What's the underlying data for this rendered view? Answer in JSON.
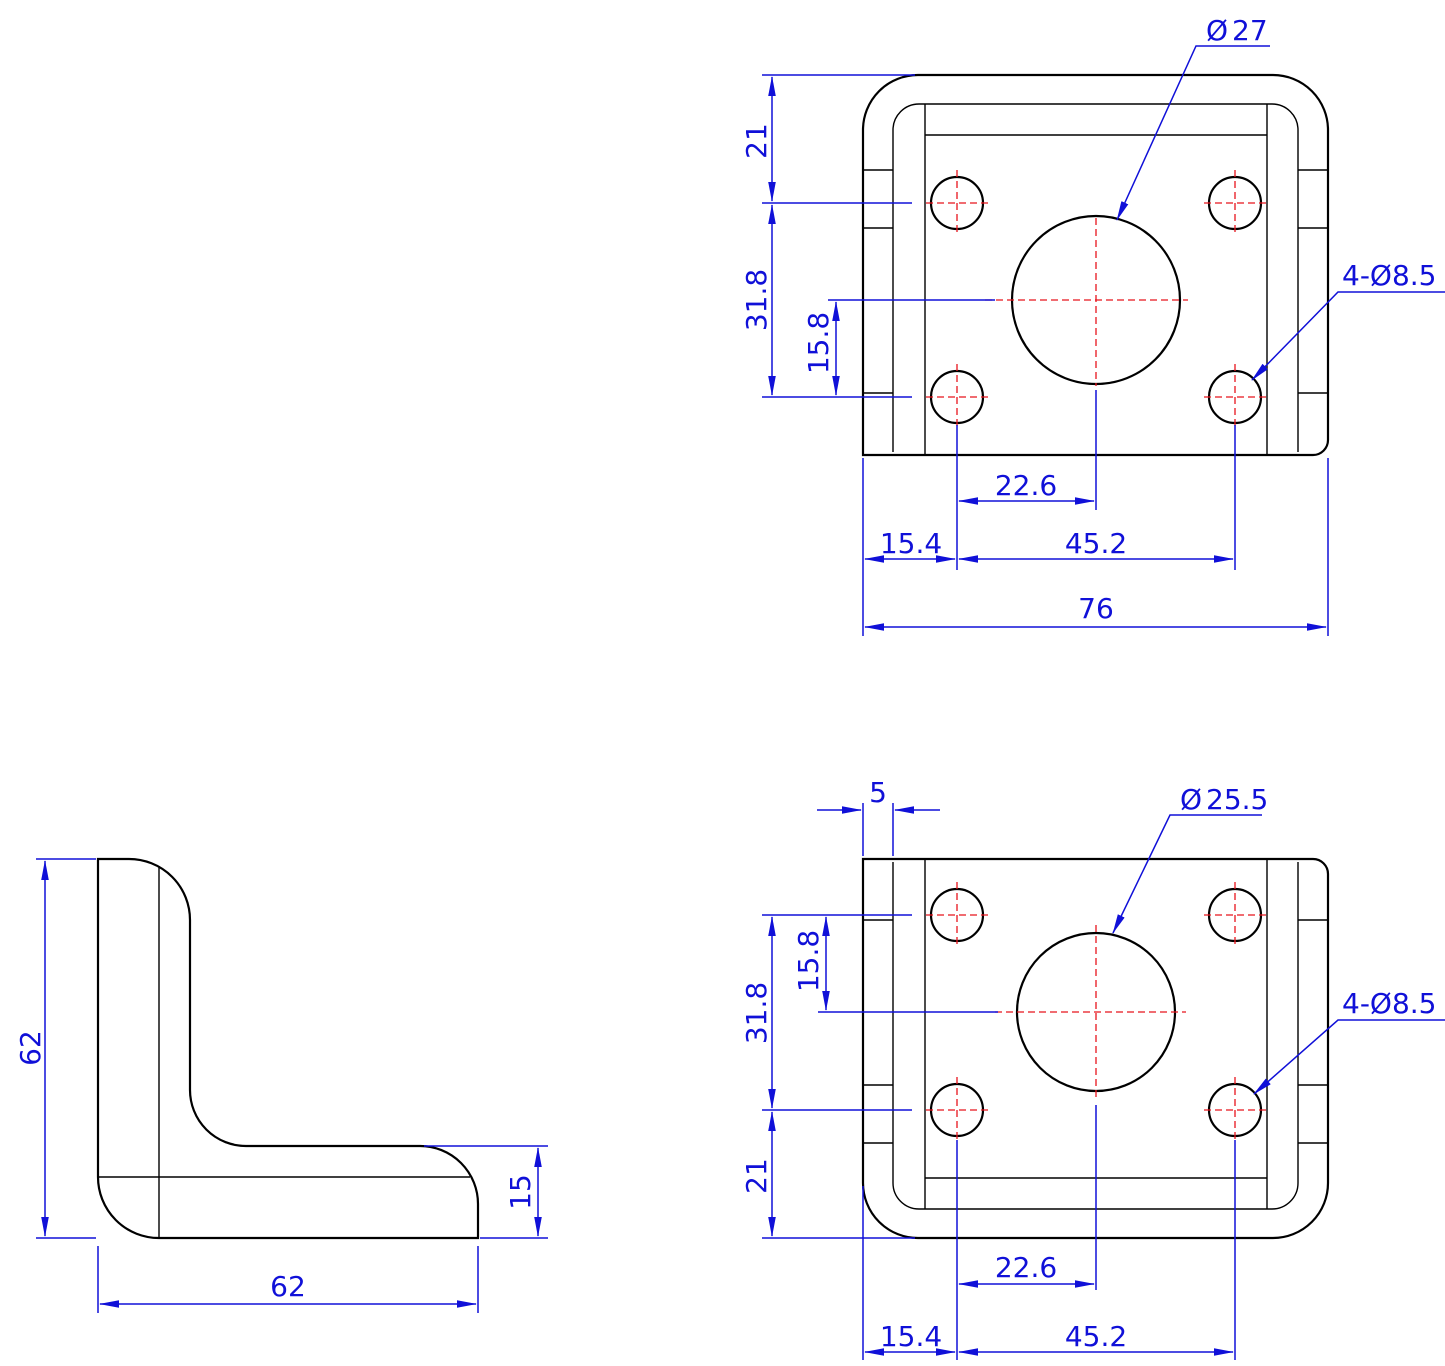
{
  "colors": {
    "outline": "#000000",
    "centerline": "#e8141c",
    "dimension": "#1010d8",
    "background": "#ffffff"
  },
  "top_view": {
    "dims": {
      "hole_large": "27",
      "hole_small_callout": "4-Ø8.5",
      "top_offset": "21",
      "hole_spacing_v": "31.8",
      "half_spacing_v": "15.8",
      "half_spacing_h": "22.6",
      "edge_offset_h": "15.4",
      "hole_spacing_h": "45.2",
      "overall_width": "76"
    }
  },
  "bottom_view": {
    "dims": {
      "thickness": "5",
      "hole_large": "25.5",
      "hole_small_callout": "4-Ø8.5",
      "half_spacing_v": "15.8",
      "hole_spacing_v": "31.8",
      "bottom_offset": "21",
      "half_spacing_h": "22.6",
      "edge_offset_h": "15.4",
      "hole_spacing_h": "45.2"
    }
  },
  "side_view": {
    "dims": {
      "height": "62",
      "length": "62",
      "leg_thickness": "15"
    }
  },
  "diameter_symbol": "Ø"
}
